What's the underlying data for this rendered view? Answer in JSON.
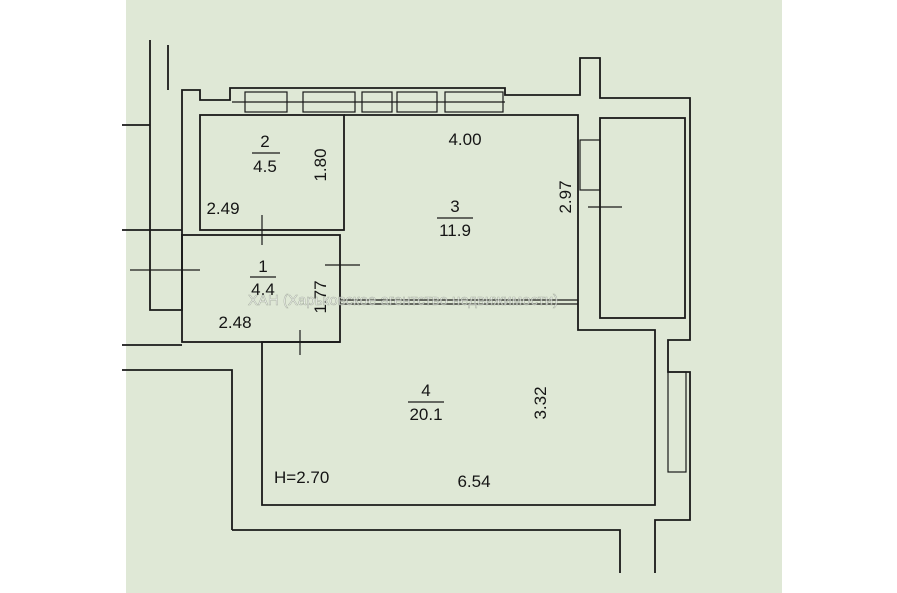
{
  "rooms": [
    {
      "number": "1",
      "area": "4.4"
    },
    {
      "number": "2",
      "area": "4.5"
    },
    {
      "number": "3",
      "area": "11.9"
    },
    {
      "number": "4",
      "area": "20.1"
    }
  ],
  "dimensions": {
    "room2_width": "2.49",
    "room2_depth": "1.80",
    "room1_width": "2.48",
    "room1_depth": "1.77",
    "room3_width": "4.00",
    "room3_depth": "2.97",
    "room4_width": "6.54",
    "room4_depth": "3.32"
  },
  "ceiling_height": "H=2.70",
  "watermark": "ХАН (Харьковское агентство недвижимости)",
  "colors": {
    "paper": "#dfe8d6",
    "lines": "#1a1a1a"
  }
}
